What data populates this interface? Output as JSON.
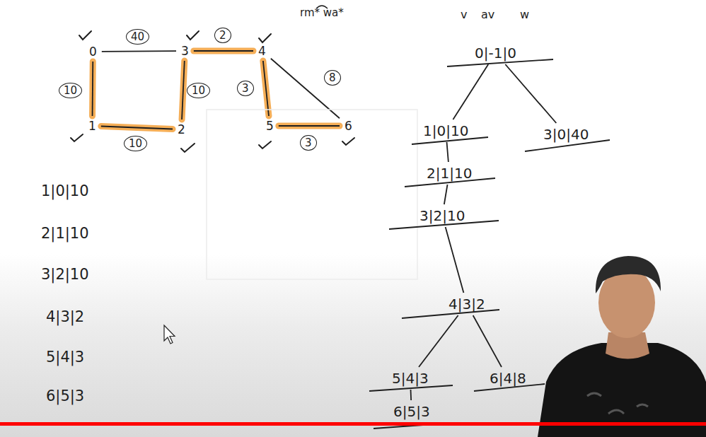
{
  "diagram": {
    "nodes": [
      {
        "text": [
          "0"
        ]
      },
      {
        "text": [
          "3"
        ]
      },
      {
        "text": [
          "4"
        ]
      },
      {
        "text": [
          "1"
        ]
      },
      {
        "text": [
          "2"
        ]
      },
      {
        "text": [
          "5"
        ]
      },
      {
        "text": [
          "6"
        ]
      },
      {
        "text": [
          "0|-1|0"
        ]
      },
      {
        "text": [
          "1|0|10"
        ]
      },
      {
        "text": [
          "3|0|40"
        ]
      },
      {
        "text": [
          "2|1|10"
        ]
      },
      {
        "text": [
          "3|2|10"
        ]
      },
      {
        "text": [
          "4|3|2"
        ]
      },
      {
        "text": [
          "5|4|3"
        ]
      },
      {
        "text": [
          "6|4|8"
        ]
      },
      {
        "text": [
          "6|5|3"
        ]
      }
    ],
    "edges": [
      {
        "from": 0,
        "to": 1,
        "arrow": "none",
        "label": "40"
      },
      {
        "from": 0,
        "to": 3,
        "arrow": "none",
        "label": "10"
      },
      {
        "from": 3,
        "to": 4,
        "arrow": "none",
        "label": "10"
      },
      {
        "from": 4,
        "to": 1,
        "arrow": "none",
        "label": "10"
      },
      {
        "from": 1,
        "to": 2,
        "arrow": "none",
        "label": "2"
      },
      {
        "from": 2,
        "to": 5,
        "arrow": "none",
        "label": "3"
      },
      {
        "from": 5,
        "to": 6,
        "arrow": "none",
        "label": "3"
      },
      {
        "from": 2,
        "to": 6,
        "arrow": "none",
        "label": "8"
      },
      {
        "from": 7,
        "to": 8,
        "arrow": "none"
      },
      {
        "from": 7,
        "to": 9,
        "arrow": "none"
      },
      {
        "from": 8,
        "to": 10,
        "arrow": "none"
      },
      {
        "from": 10,
        "to": 11,
        "arrow": "none"
      },
      {
        "from": 11,
        "to": 12,
        "arrow": "none"
      },
      {
        "from": 12,
        "to": 13,
        "arrow": "none"
      },
      {
        "from": 12,
        "to": 14,
        "arrow": "none"
      },
      {
        "from": 13,
        "to": 15,
        "arrow": "none"
      }
    ],
    "labels": [
      "rm* wa*",
      "v",
      "av",
      "w",
      "1|0|10",
      "2|1|10",
      "3|2|10",
      "4|3|2",
      "5|4|3",
      "6|5|3"
    ]
  }
}
